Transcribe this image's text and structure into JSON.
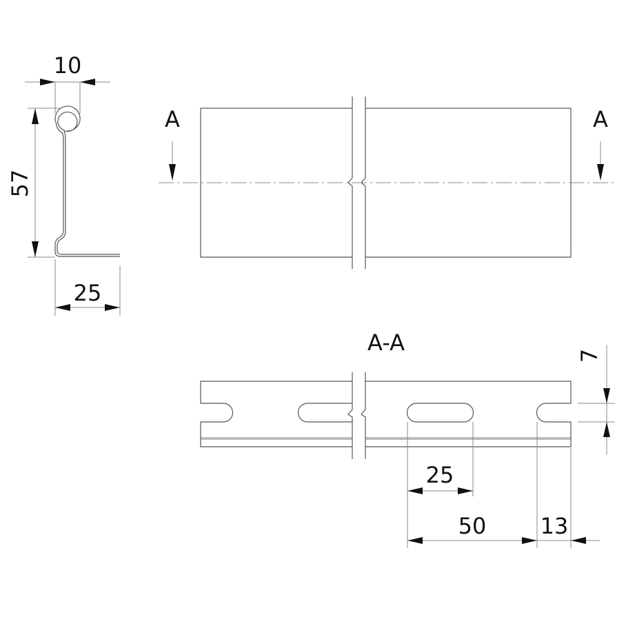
{
  "profile": {
    "dim_width_top": "10",
    "dim_height": "57",
    "dim_base": "25"
  },
  "top_view": {
    "section_mark_left": "A",
    "section_mark_right": "A"
  },
  "section": {
    "title": "A-A",
    "dim_slot_length": "25",
    "dim_pitch": "50",
    "dim_edge": "13",
    "dim_slot_width": "7"
  },
  "colors": {
    "line": "#555555",
    "dimension": "#888888",
    "band": "#bbbbbb"
  }
}
